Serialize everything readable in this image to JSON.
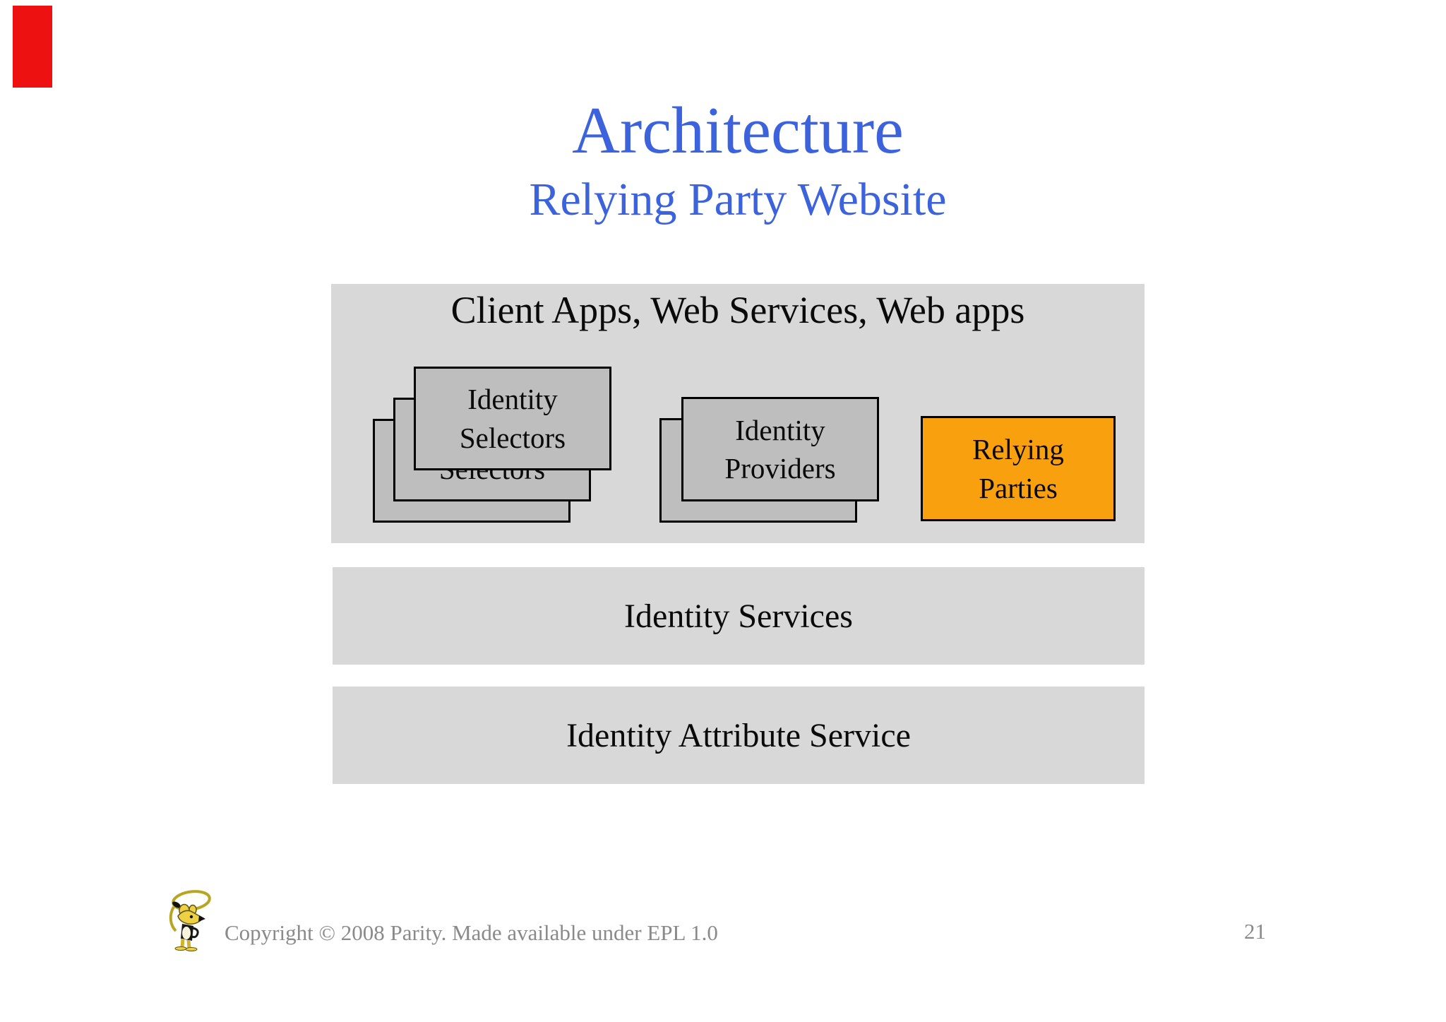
{
  "slide": {
    "title": "Architecture",
    "subtitle": "Relying Party Website",
    "footer_text": "Copyright © 2008 Parity. Made available under EPL 1.0",
    "page_number": "21"
  },
  "diagram": {
    "client_layer_label": "Client Apps, Web Services, Web apps",
    "selectors_label": "Identity Selectors",
    "providers_label": "Identity Providers",
    "relying_parties_label": "Relying Parties",
    "services_label": "Identity Services",
    "attribute_service_label": "Identity Attribute Service",
    "stacks": {
      "selectors_count": 3,
      "providers_count": 2,
      "relying_count": 1
    }
  },
  "colors": {
    "title_blue": "#3D63DC",
    "container_gray": "#D8D8D8",
    "box_gray": "#BEBEBE",
    "box_border": "#000000",
    "accent_orange": "#F9A00F",
    "footer_gray": "#8A8A8A",
    "marker_red": "#ED1111",
    "logo_yellow": "#EDD043"
  },
  "logo": {
    "name": "parity-mouse-mascot"
  }
}
